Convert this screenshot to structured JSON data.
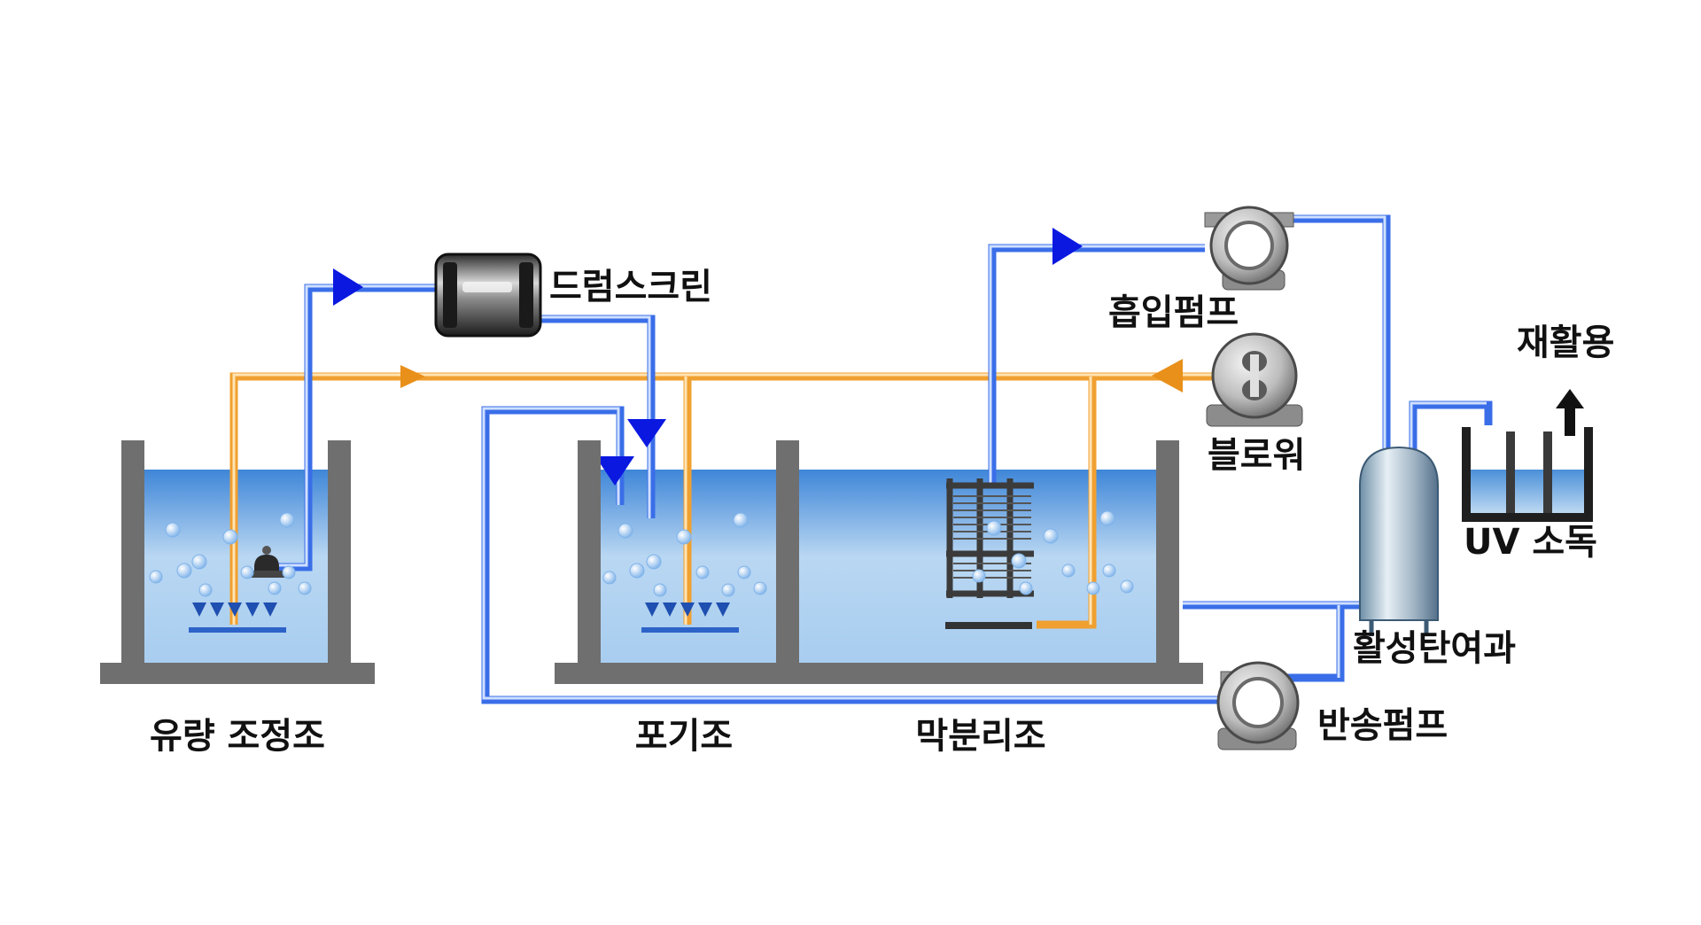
{
  "labels": {
    "flow_tank": "유량 조정조",
    "aeration_tank": "포기조",
    "membrane_tank": "막분리조",
    "drum_screen": "드럼스크린",
    "suction_pump": "흡입펌프",
    "blower": "블로워",
    "activated_carbon": "활성탄여과",
    "uv": "UV 소독",
    "reuse": "재활용",
    "return_pump": "반송펌프"
  },
  "colors": {
    "water_pipe": "#3a6ee8",
    "air_pipe": "#f0a030",
    "flow_arrow": "#0a18e0",
    "air_arrow": "#e8901a",
    "tank_wall": "#6f6f6f",
    "reuse_text": "#ff1a1a"
  }
}
